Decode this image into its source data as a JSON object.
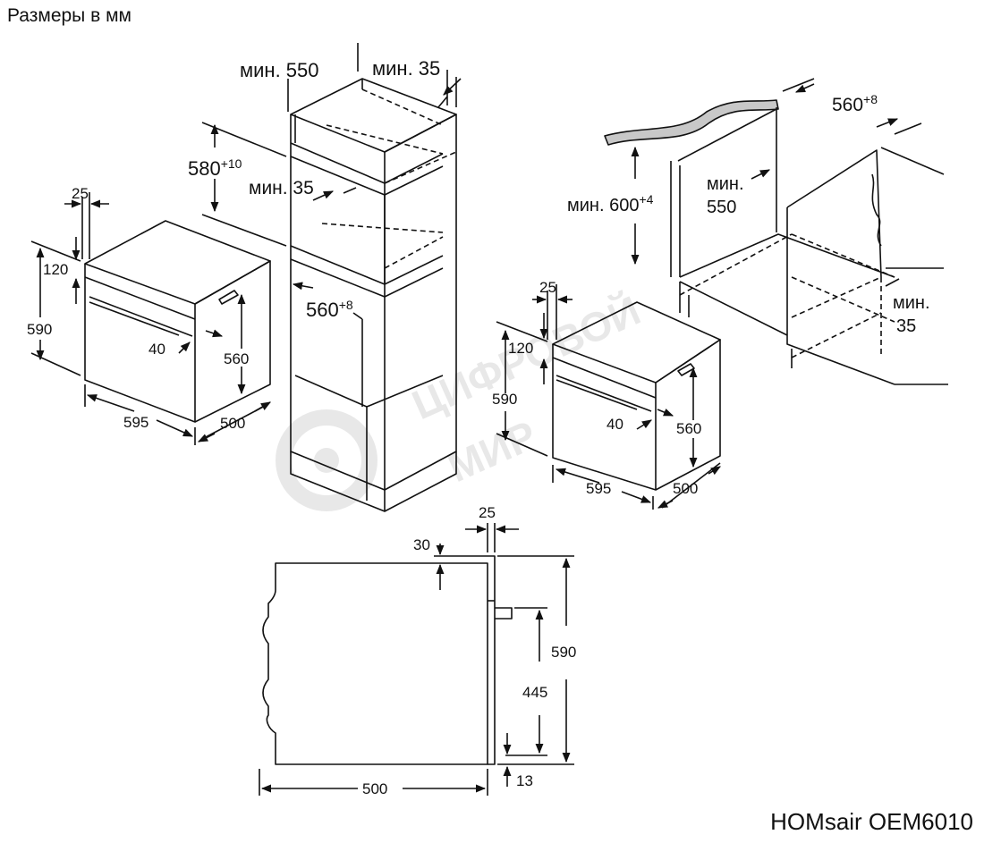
{
  "header": {
    "title": "Размеры в мм"
  },
  "footer": {
    "model": "HOMsair OEM6010"
  },
  "watermark": {
    "line1": "ЦИФРОВОЙ",
    "line2": "МИР"
  },
  "colors": {
    "line": "#111111",
    "countertop": "#c8c8c8",
    "watermark": "#e6e6e6"
  },
  "tall_cabinet_install": {
    "min_depth": "мин. 550",
    "min_gap": "мин. 35",
    "niche_height_base": "580",
    "niche_height_tol": "+10",
    "min_gap_front": "мин. 35",
    "niche_width_base": "560",
    "niche_width_tol": "+8"
  },
  "oven_front_left": {
    "panel_depth": "25",
    "top_strip": "120",
    "height": "590",
    "handle_offset": "40",
    "body_height": "560",
    "width": "595",
    "depth": "500"
  },
  "undercounter_install": {
    "niche_width_base": "560",
    "niche_width_tol": "+8",
    "min_height_base": "мин. 600",
    "min_height_tol": "+4",
    "min_depth_line1": "мин.",
    "min_depth_line2": "550",
    "min_gap_line1": "мин.",
    "min_gap_line2": "35"
  },
  "oven_front_right": {
    "panel_depth": "25",
    "top_strip": "120",
    "height": "590",
    "handle_offset": "40",
    "body_height": "560",
    "width": "595",
    "depth": "500"
  },
  "side_view": {
    "panel_depth": "25",
    "top_offset": "30",
    "total_height": "590",
    "handle_height": "445",
    "bottom_offset": "13",
    "depth": "500"
  }
}
